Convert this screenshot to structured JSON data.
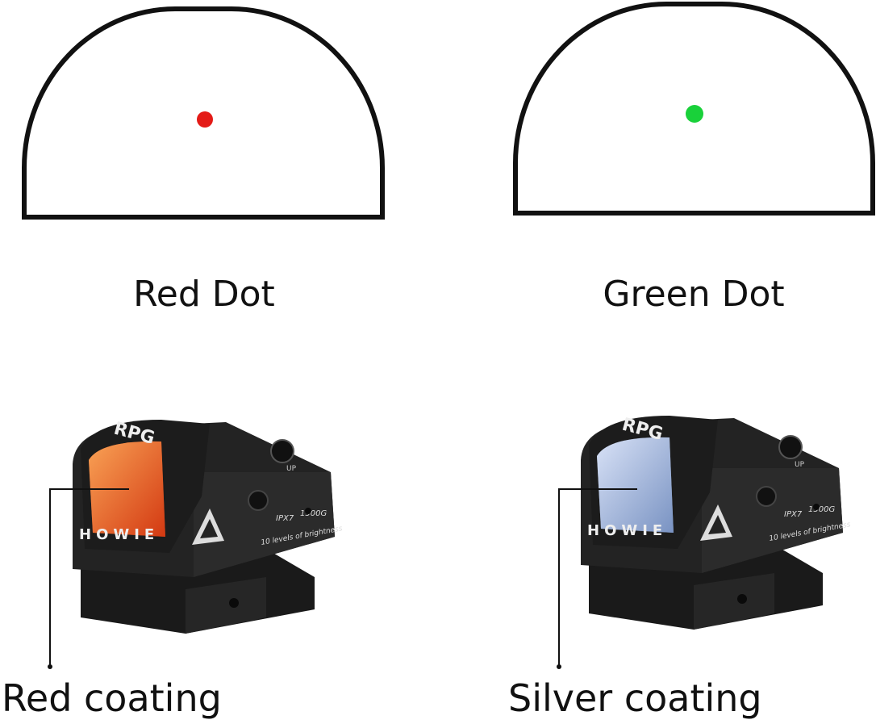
{
  "options": [
    {
      "label": "Red Dot",
      "dot_color": "#e41b17",
      "coating_label": "Red coating",
      "lens_color": "#f05a1e"
    },
    {
      "label": "Green Dot",
      "dot_color": "#19d13a",
      "coating_label": "Silver coating",
      "lens_color": "#b8c8ea"
    }
  ],
  "sight_markings": {
    "model": "RPG",
    "brand": "HOWIE",
    "rating": "IPX7",
    "shock": "1500G",
    "feature": "10 levels of brightness",
    "dial_label": "UP"
  }
}
